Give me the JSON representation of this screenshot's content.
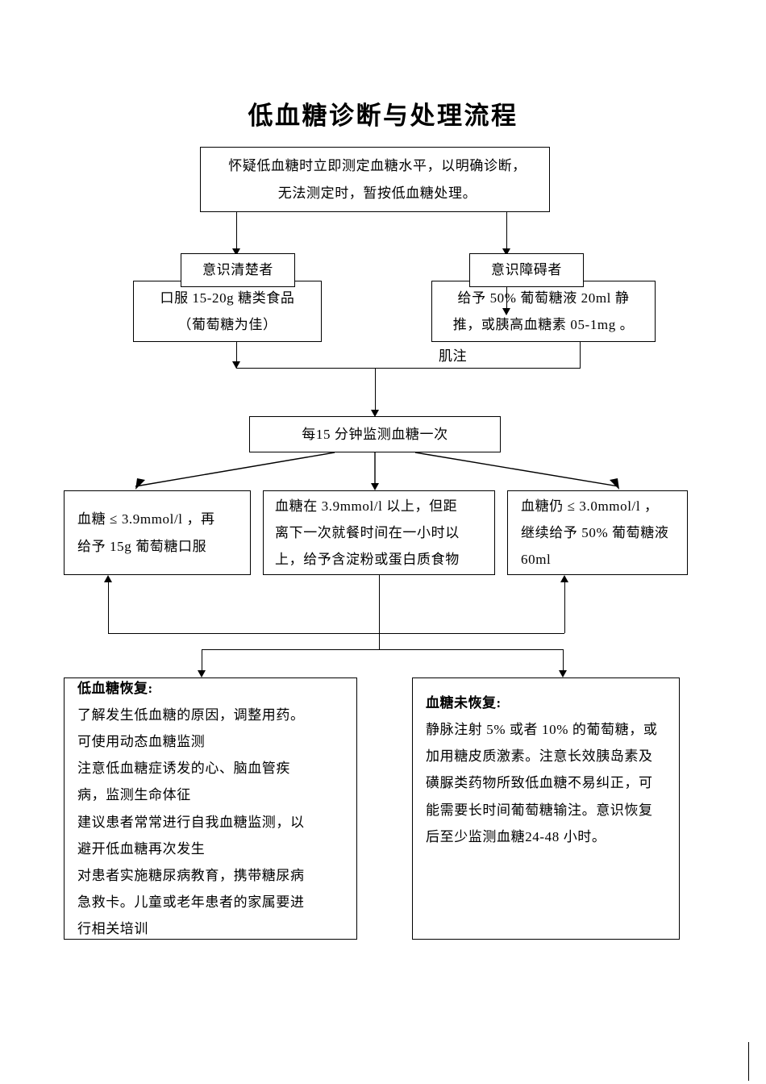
{
  "document": {
    "title": "低血糖诊断与处理流程",
    "type": "clinical-flowchart"
  },
  "nodes": {
    "start": {
      "id": "start",
      "lines": [
        "怀疑低血糖时立即测定血糖水平，以明确诊断，",
        "无法测定时，暂按低血糖处理。"
      ]
    },
    "branch_conscious_label": {
      "id": "branch-conscious-label",
      "lines": [
        "意识清楚者"
      ]
    },
    "branch_impaired_label": {
      "id": "branch-impaired-label",
      "lines": [
        "意识障碍者"
      ]
    },
    "treat_conscious": {
      "id": "treat-conscious",
      "lines": [
        "口服 15-20g 糖类食品",
        "（葡萄糖为佳）"
      ]
    },
    "treat_impaired": {
      "id": "treat-impaired",
      "lines": [
        "给予 50% 葡萄糖液 20ml 静",
        "推，或胰高血糖素 05-1mg 。"
      ]
    },
    "monitor": {
      "id": "monitor",
      "lines": [
        "每15 分钟监测血糖一次"
      ]
    },
    "outcome_low": {
      "id": "outcome-low",
      "lines": [
        "血糖 ≤ 3.9mmol/l ，再",
        "给予 15g 葡萄糖口服"
      ]
    },
    "outcome_above": {
      "id": "outcome-above",
      "lines": [
        "血糖在 3.9mmol/l 以上，但距",
        "离下一次就餐时间在一小时以",
        "上，给予含淀粉或蛋白质食物"
      ]
    },
    "outcome_still_low": {
      "id": "outcome-still-low",
      "lines": [
        "血糖仍 ≤ 3.0mmol/l ，",
        "继续给予 50% 葡萄糖液",
        "60ml"
      ]
    },
    "recovered": {
      "id": "recovered",
      "heading": "低血糖恢复:",
      "lines": [
        "了解发生低血糖的原因，调整用药。",
        "可使用动态血糖监测",
        "注意低血糖症诱发的心、脑血管疾",
        "病，监测生命体征",
        "建议患者常常进行自我血糖监测，以",
        "避开低血糖再次发生",
        "对患者实施糖尿病教育，携带糖尿病",
        "急救卡。儿童或老年患者的家属要进",
        "行相关培训"
      ]
    },
    "not_recovered": {
      "id": "not-recovered",
      "heading": "血糖未恢复:",
      "lines": [
        "静脉注射 5% 或者 10% 的葡萄糖，或",
        "加用糖皮质激素。注意长效胰岛素及",
        "磺脲类药物所致低血糖不易纠正，可",
        "能需要长时间葡萄糖输注。意识恢复",
        "后至少监测血糖24-48 小时。"
      ]
    }
  },
  "edge_labels": {
    "intramuscular": "肌注"
  },
  "colors": {
    "stroke": "#000000",
    "background": "#ffffff",
    "text": "#000000"
  }
}
